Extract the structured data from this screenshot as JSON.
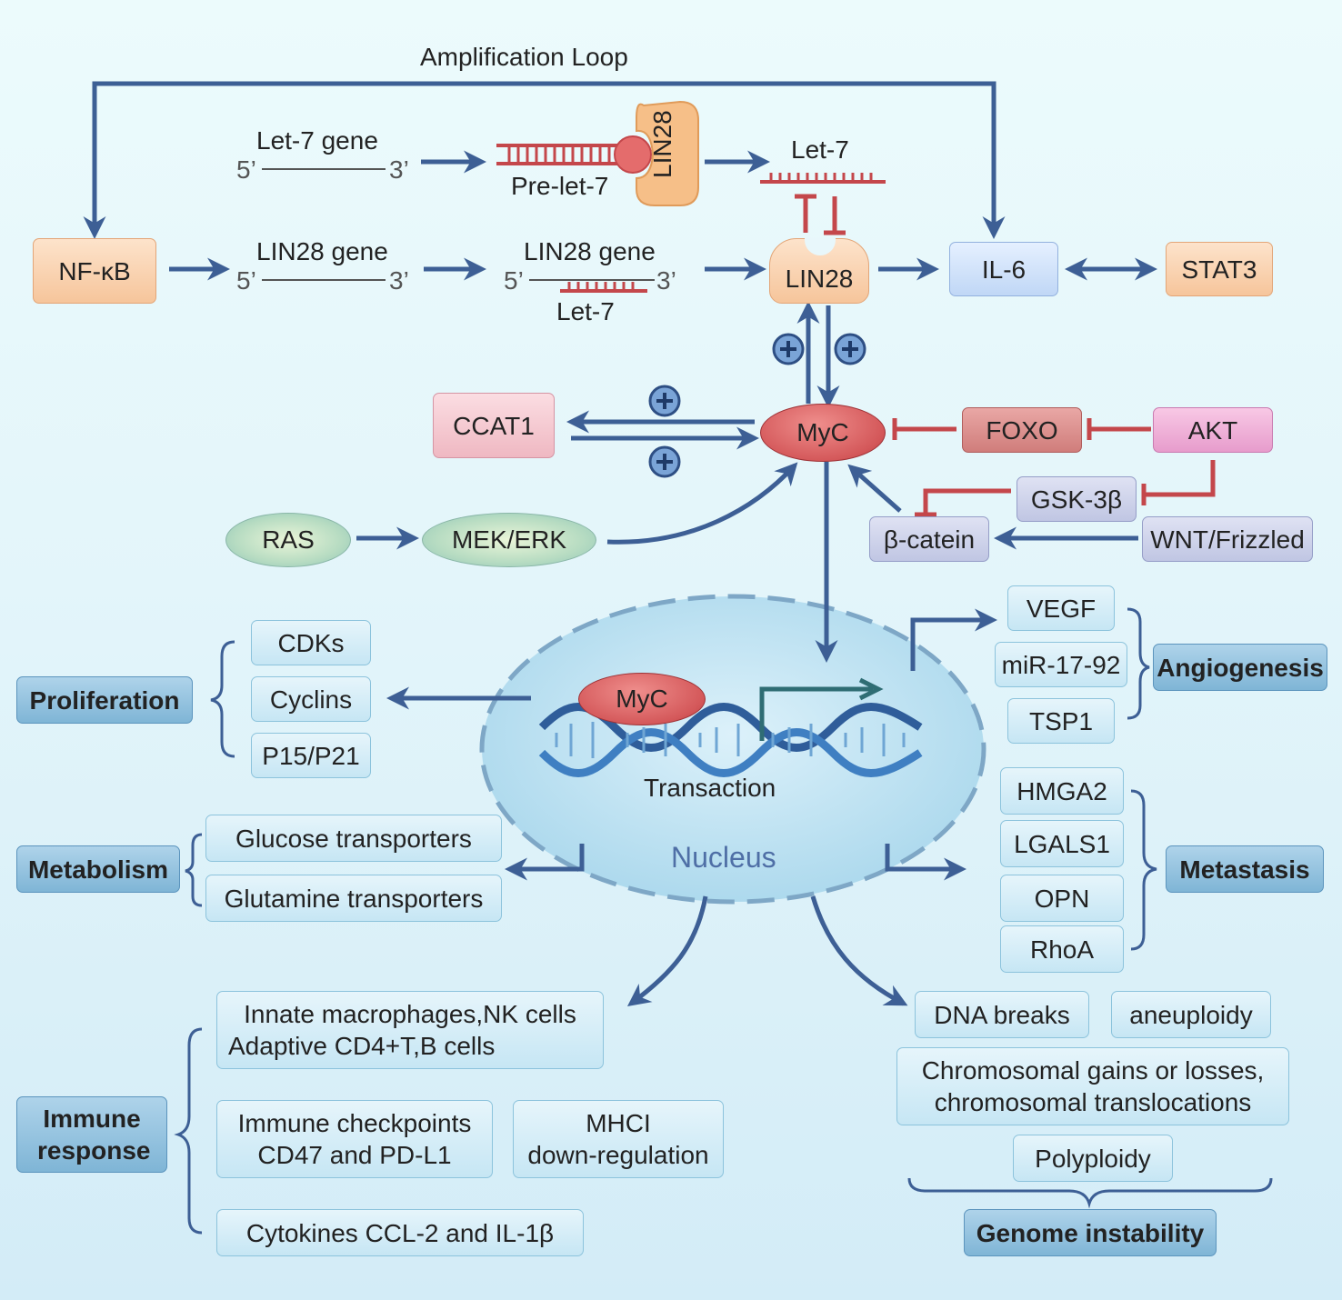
{
  "top": {
    "amplification_loop": "Amplification Loop",
    "let7_gene": "Let-7 gene",
    "lin28_gene": "LIN28 gene",
    "lin28_gene_2": "LIN28 gene",
    "five_prime": "5’",
    "three_prime": "3’",
    "pre_let7": "Pre-let-7",
    "lin28_vertical": "LIN28",
    "let7": "Let-7",
    "let7_bound": "Let-7"
  },
  "nodes": {
    "nfkb": "NF-κB",
    "lin28": "LIN28",
    "il6": "IL-6",
    "stat3": "STAT3",
    "ccat1": "CCAT1",
    "myc": "MyC",
    "foxo": "FOXO",
    "akt": "AKT",
    "gsk3b": "GSK-3β",
    "bcatenin": "β-catein",
    "wnt": "WNT/Frizzled",
    "ras": "RAS",
    "mek_erk": "MEK/ERK"
  },
  "nucleus": {
    "myc": "MyC",
    "transaction": "Transaction",
    "label": "Nucleus"
  },
  "proliferation": {
    "category": "Proliferation",
    "items": [
      "CDKs",
      "Cyclins",
      "P15/P21"
    ]
  },
  "metabolism": {
    "category": "Metabolism",
    "items": [
      "Glucose transporters",
      "Glutamine transporters"
    ]
  },
  "angiogenesis": {
    "category": "Angiogenesis",
    "items": [
      "VEGF",
      "miR-17-92",
      "TSP1"
    ]
  },
  "metastasis": {
    "category": "Metastasis",
    "items": [
      "HMGA2",
      "LGALS1",
      "OPN",
      "RhoA"
    ]
  },
  "immune": {
    "category": "Immune response",
    "cells_line1": "Innate macrophages,NK cells",
    "cells_line2": "Adaptive CD4+T,B cells",
    "checkpoints_line1": "Immune checkpoints",
    "checkpoints_line2": "CD47 and PD-L1",
    "mhc_line1": "MHCI",
    "mhc_line2": "down-regulation",
    "cytokines": "Cytokines CCL-2 and IL-1β"
  },
  "genome": {
    "category": "Genome instability",
    "dna_breaks": "DNA breaks",
    "aneuploidy": "aneuploidy",
    "chrom_line1": "Chromosomal gains or losses,",
    "chrom_line2": "chromosomal translocations",
    "polyploidy": "Polyploidy"
  },
  "colors": {
    "arrow": "#3d5f95",
    "inhibit": "#c4474b",
    "nucleus_fill": "#bfe3f2",
    "nucleus_border": "#7ea7c6"
  }
}
